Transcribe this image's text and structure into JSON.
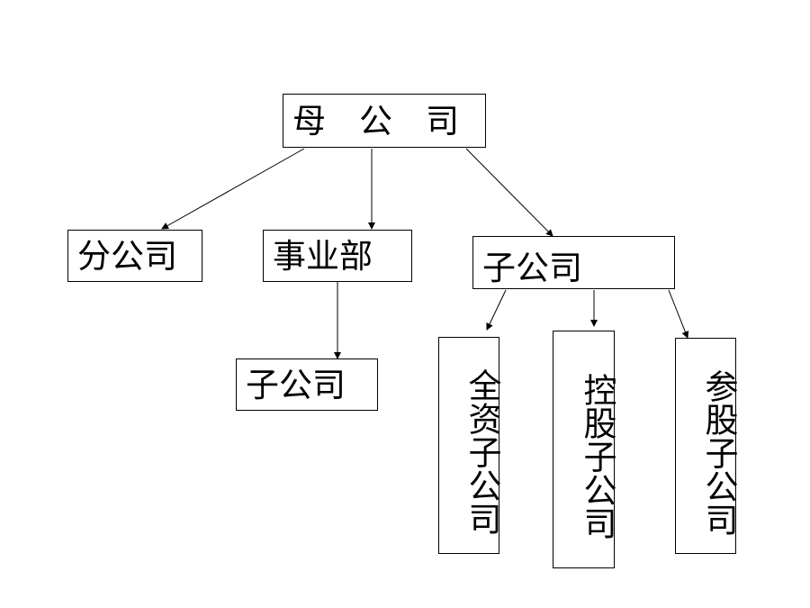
{
  "diagram": {
    "root": "母　公　司",
    "branch": "分公司",
    "division": "事业部",
    "division_child": "子公司",
    "subsidiary": "子公司",
    "wholly_owned": "全资子公司",
    "holding": "控股子公司",
    "participating": "参股子公司"
  },
  "colors": {
    "line": "#000000",
    "border": "#000000",
    "background": "#ffffff"
  }
}
